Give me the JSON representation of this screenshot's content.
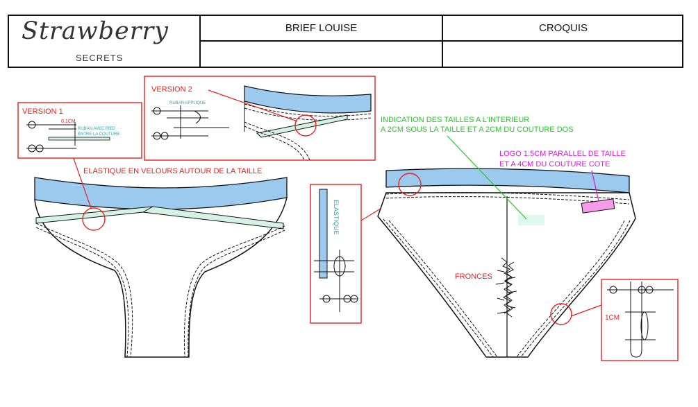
{
  "header": {
    "logo_script": "Strawberry",
    "logo_sub": "SECRETS",
    "col1_title": "BRIEF LOUISE",
    "col2_title": "CROQUIS"
  },
  "annotations": {
    "version1": "VERSION 1",
    "v1_measure": "0.1CM",
    "v1_ruban_line1": "RUBAN AVEC PIED",
    "v1_ruban_line2": "ENTRE LA COUTURE",
    "version2": "VERSION 2",
    "v2_ruban": "RUBAN APPLIQUE",
    "elastique_velours": "ELASTIQUE EN VELOURS AUTOUR DE LA TAILLE",
    "elastique_vertical": "ELASTIQUE",
    "indication_line1": "INDICATION DES TAILLES A L'INTERIEUR",
    "indication_line2": "A 2CM SOUS LA TAILLE ET A 2CM DU COUTURE DOS",
    "logo_line1": "LOGO 1.5CM PARALLEL DE TAILLE",
    "logo_line2": "ET A 4CM DU COUTURE COTE",
    "fronces": "FRONCES",
    "one_cm": "1CM"
  },
  "colors": {
    "waistband": "#9ccaef",
    "ribbon": "#d6f2e4",
    "annotation_red": "#e8201e",
    "annotation_green": "#1fcc1f",
    "annotation_magenta": "#d81ad8",
    "annotation_teal": "#2aa5a5",
    "logo_patch": "#f59be8",
    "size_label_patch": "#dff8ec",
    "outline": "#111111"
  }
}
